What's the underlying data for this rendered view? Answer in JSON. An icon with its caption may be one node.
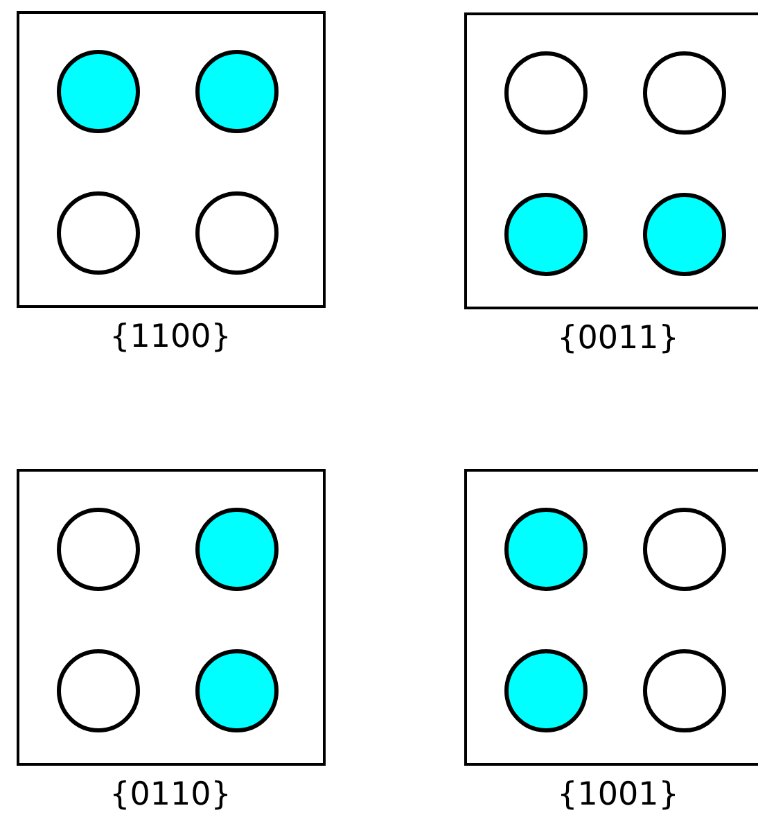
{
  "diagram": {
    "nodes": [
      {
        "text": [],
        "shape": "box",
        "beside": [
          "{1100}"
        ]
      },
      {
        "text": [],
        "shape": "circle",
        "in": 0
      },
      {
        "text": [],
        "shape": "circle",
        "in": 0
      },
      {
        "text": [],
        "shape": "circle",
        "in": 0
      },
      {
        "text": [],
        "shape": "circle",
        "in": 0
      },
      {
        "text": [],
        "shape": "box",
        "beside": [
          "{0011}"
        ]
      },
      {
        "text": [],
        "shape": "circle",
        "in": 5
      },
      {
        "text": [],
        "shape": "circle",
        "in": 5
      },
      {
        "text": [],
        "shape": "circle",
        "in": 5
      },
      {
        "text": [],
        "shape": "circle",
        "in": 5
      },
      {
        "text": [],
        "shape": "box",
        "beside": [
          "{0110}"
        ]
      },
      {
        "text": [],
        "shape": "circle",
        "in": 10
      },
      {
        "text": [],
        "shape": "circle",
        "in": 10
      },
      {
        "text": [],
        "shape": "circle",
        "in": 10
      },
      {
        "text": [],
        "shape": "circle",
        "in": 10
      },
      {
        "text": [],
        "shape": "box",
        "beside": [
          "{1001}"
        ]
      },
      {
        "text": [],
        "shape": "circle",
        "in": 15
      },
      {
        "text": [],
        "shape": "circle",
        "in": 15
      },
      {
        "text": [],
        "shape": "circle",
        "in": 15
      },
      {
        "text": [],
        "shape": "circle",
        "in": 15
      }
    ],
    "edges": []
  }
}
